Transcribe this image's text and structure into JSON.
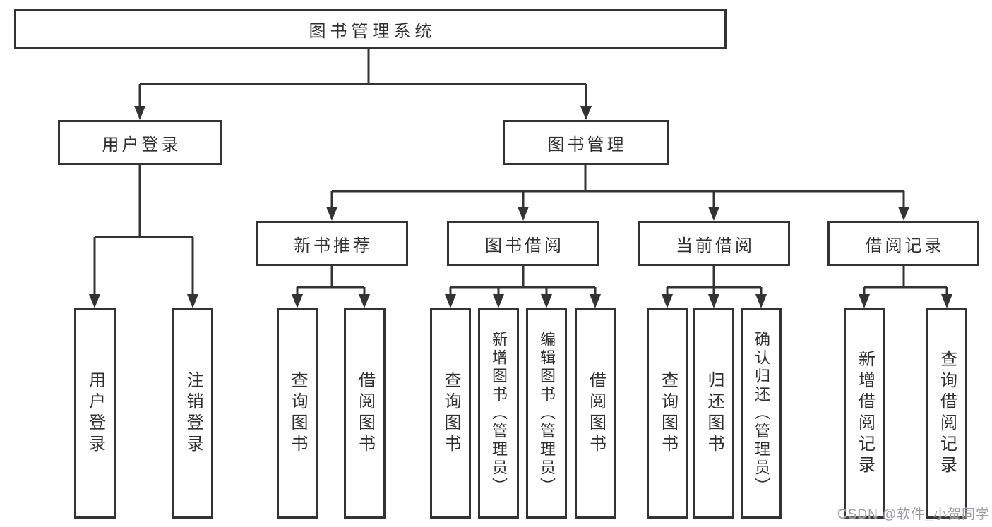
{
  "tree": {
    "root": {
      "label": "图书管理系统"
    },
    "user_login": {
      "label": "用户登录",
      "children": [
        {
          "label": "用户登录"
        },
        {
          "label": "注销登录"
        }
      ]
    },
    "book_mgmt": {
      "label": "图书管理",
      "modules": [
        {
          "label": "新书推荐",
          "children": [
            {
              "label": "查询图书"
            },
            {
              "label": "借阅图书"
            }
          ]
        },
        {
          "label": "图书借阅",
          "children": [
            {
              "label": "查询图书"
            },
            {
              "label": "新增图书（管理员）"
            },
            {
              "label": "编辑图书（管理员）"
            },
            {
              "label": "借阅图书"
            }
          ]
        },
        {
          "label": "当前借阅",
          "children": [
            {
              "label": "查询图书"
            },
            {
              "label": "归还图书"
            },
            {
              "label": "确认归还（管理员）"
            }
          ]
        },
        {
          "label": "借阅记录",
          "children": [
            {
              "label": "新增借阅记录"
            },
            {
              "label": "查询借阅记录"
            }
          ]
        }
      ]
    }
  },
  "watermark": {
    "text": "CSDN @软件_小贺同学"
  },
  "colors": {
    "line": "#333333",
    "text": "#2f2f2f",
    "background": "#ffffff",
    "watermark": "#9b9ba3"
  }
}
